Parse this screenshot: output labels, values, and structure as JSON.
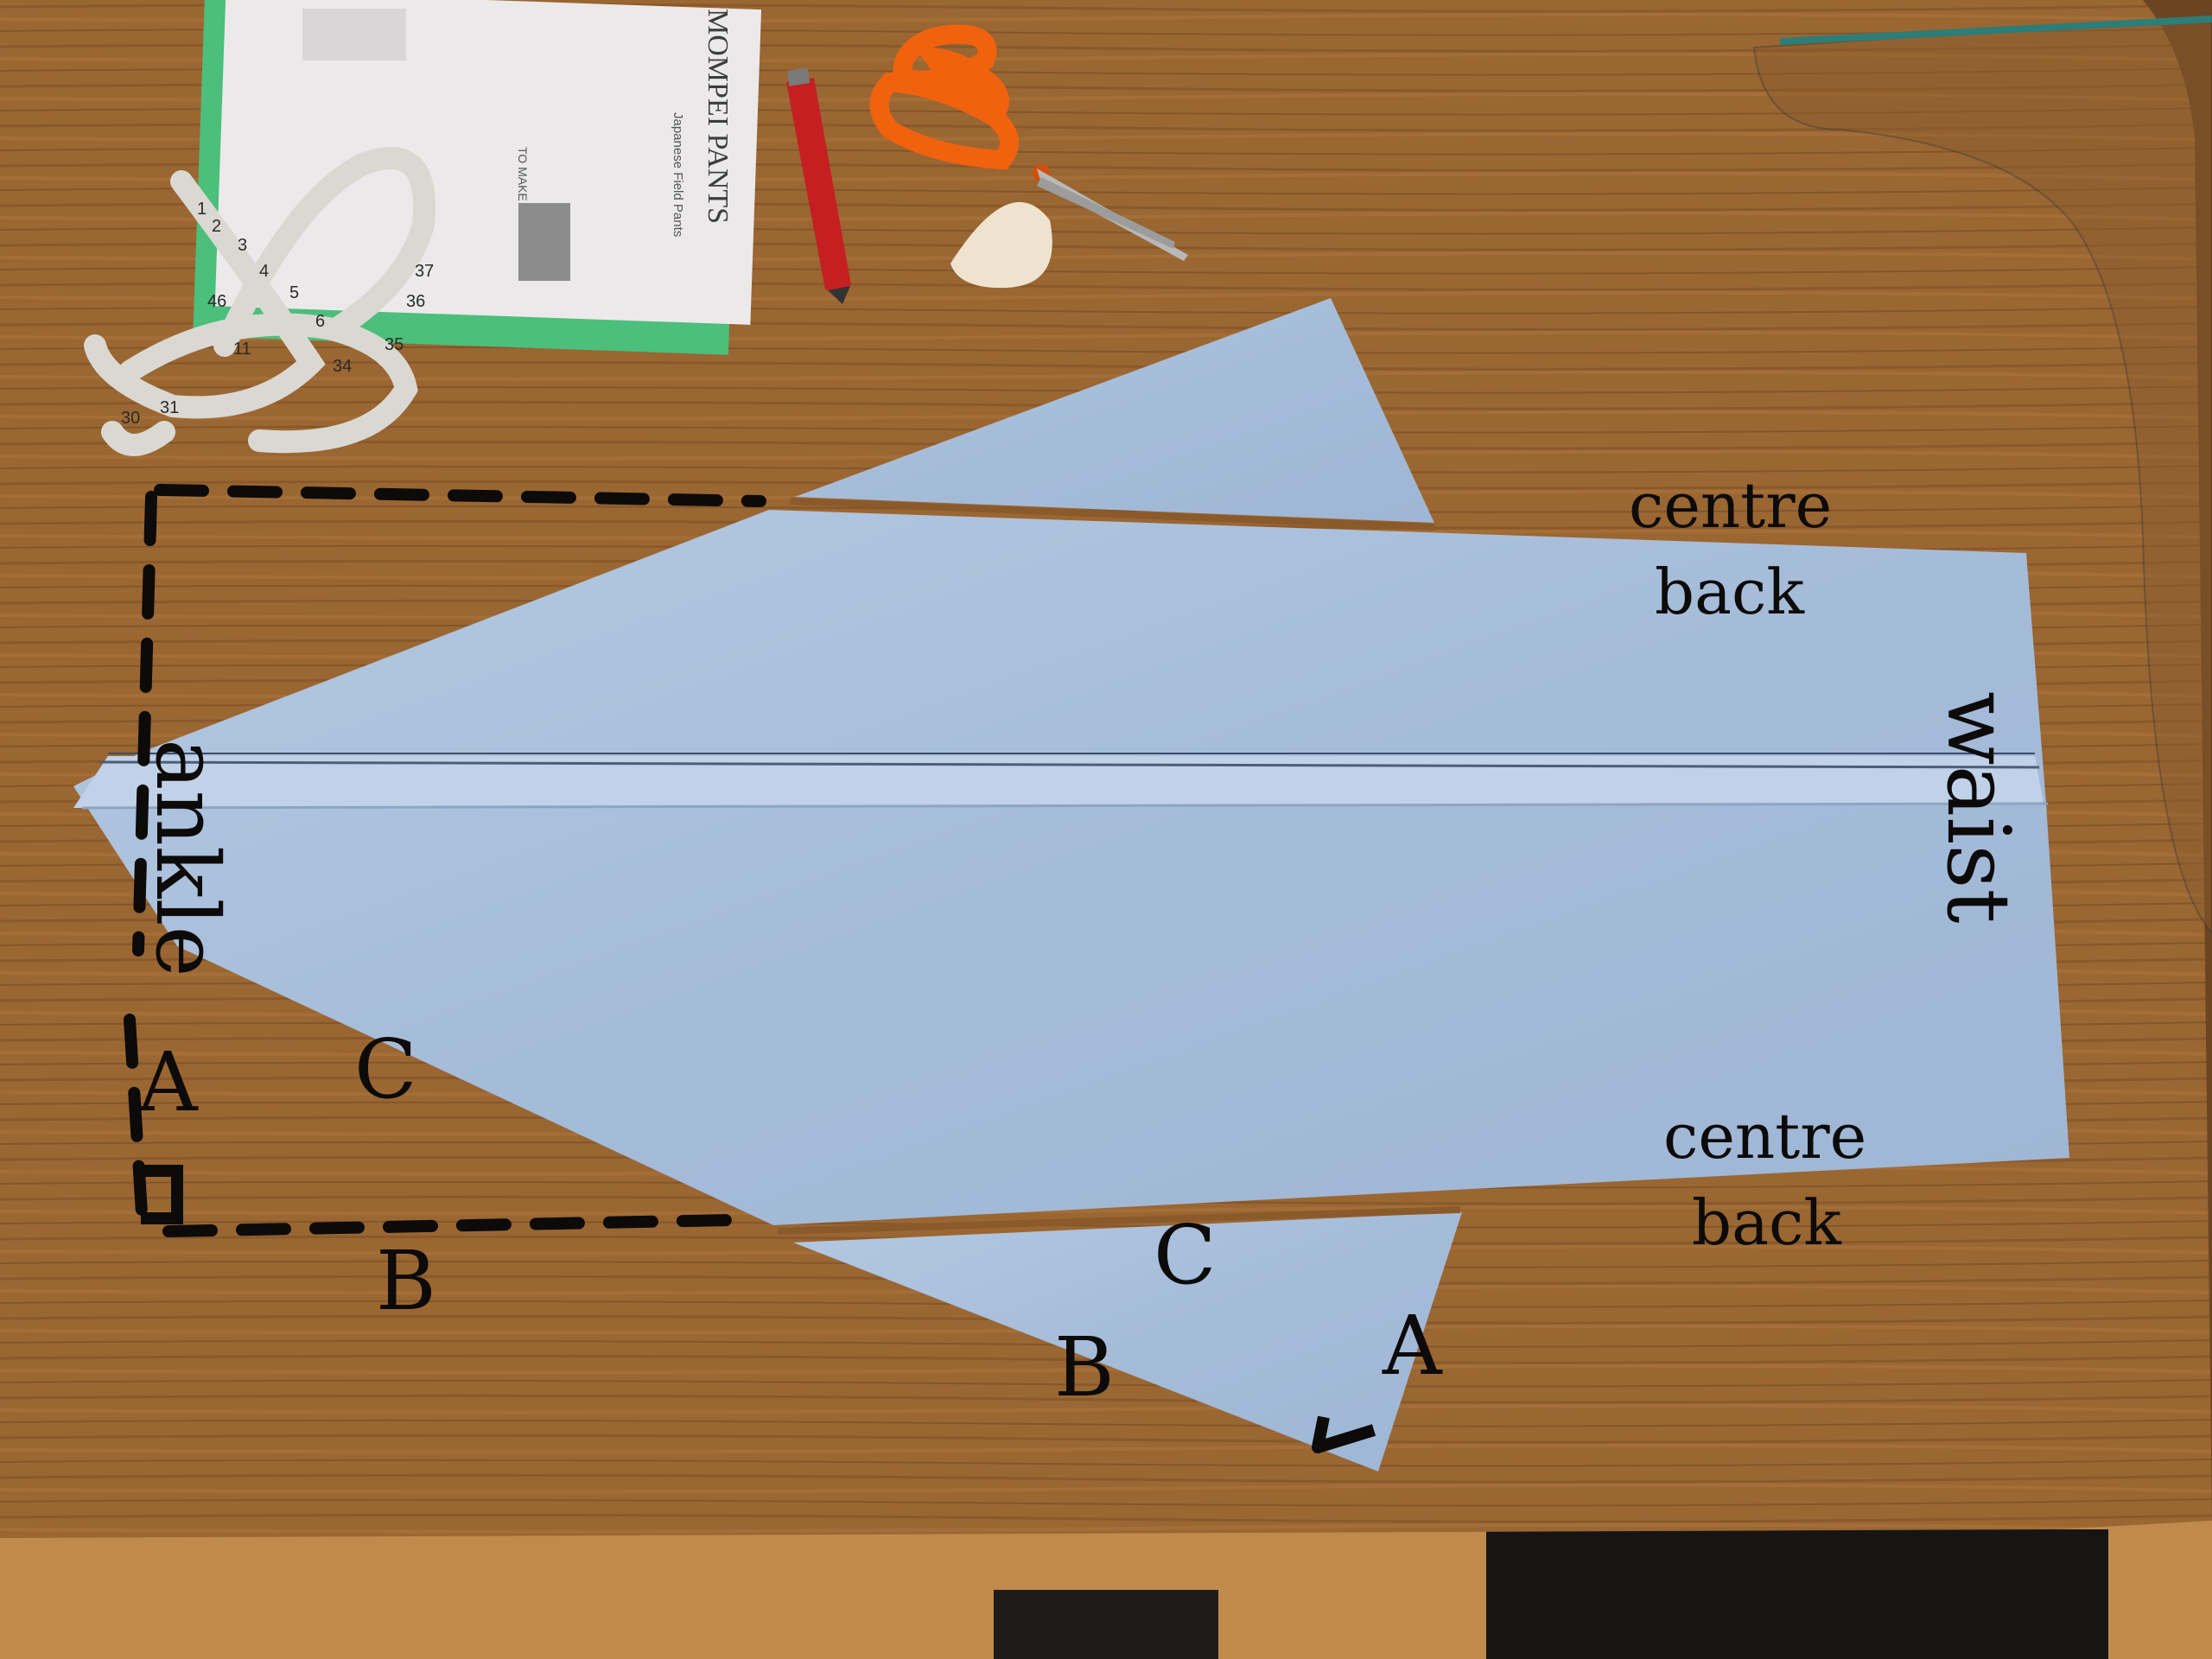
{
  "scene": {
    "table_color": "#9a6632",
    "fabric_color": "#a9c0dd",
    "marker_color": "#0c0b0a"
  },
  "pattern_booklet": {
    "title": "MOMPEI PANTS",
    "lettering": "Japanese Field Pants",
    "note": "TO MAKE"
  },
  "tape_measure": {
    "visible_numbers": [
      "1",
      "2",
      "3",
      "4",
      "5",
      "6",
      "11",
      "30",
      "31",
      "34",
      "35",
      "36",
      "37",
      "46"
    ]
  },
  "labels": {
    "centre_back_top": [
      "centre",
      "back"
    ],
    "centre_back_bottom": [
      "centre",
      "back"
    ],
    "waist": "waist",
    "ankle": "ankle",
    "left_a": "A",
    "left_b": "B",
    "left_c": "C",
    "piece_a": "A",
    "piece_b": "B",
    "piece_c": "C"
  }
}
